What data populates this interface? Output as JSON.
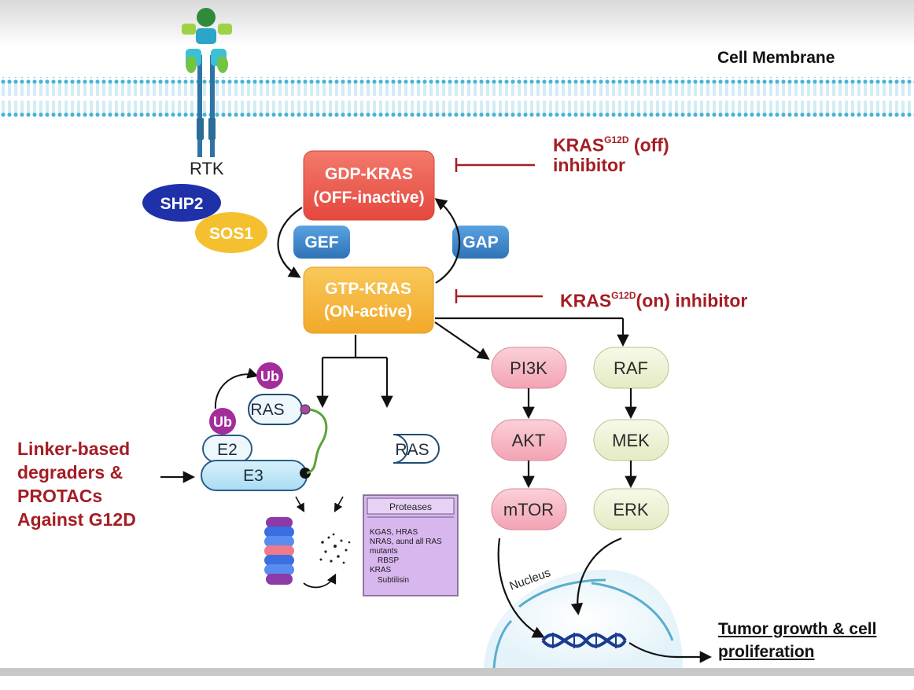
{
  "membrane": {
    "label": "Cell Membrane"
  },
  "receptor": {
    "label": "RTK"
  },
  "adaptors": {
    "shp2": "SHP2",
    "sos1": "SOS1"
  },
  "cycle": {
    "gdp_line1": "GDP-KRAS",
    "gdp_line2": "(OFF-inactive)",
    "gtp_line1": "GTP-KRAS",
    "gtp_line2": "(ON-active)",
    "gef": "GEF",
    "gap": "GAP"
  },
  "inhibitors": {
    "off": {
      "prefix": "KRAS",
      "superscript": "G12D",
      "suffix": " (off)",
      "line2": "inhibitor"
    },
    "on": {
      "prefix": "KRAS",
      "superscript": "G12D",
      "suffix": "(on) inhibitor"
    }
  },
  "pathways": {
    "pi3k": [
      "PI3K",
      "AKT",
      "mTOR"
    ],
    "mapk": [
      "RAF",
      "MEK",
      "ERK"
    ]
  },
  "degradation": {
    "ub1": "Ub",
    "ub2": "Ub",
    "ras_target": "RAS",
    "e2": "E2",
    "e3": "E3",
    "ras_free": "RAS",
    "degrader_lines": [
      "Linker-based",
      "degraders &",
      "PROTACs",
      "Against G12D"
    ]
  },
  "proteases": {
    "title": "Proteases",
    "lines": [
      "KGAS, HRAS",
      "NRAS, aund all RAS",
      "mutants",
      "RBSP",
      "KRAS",
      "Subtilisin"
    ]
  },
  "nucleus": {
    "label": "Nucleus"
  },
  "outcome": {
    "line1": "Tumor growth & cell",
    "line2": "proliferation"
  },
  "colors": {
    "inhibitor_red": "#a51d24",
    "gdp_box": "#ee5a4e",
    "gtp_box": "#f5b73a",
    "gef_gap": "#3f87c9",
    "pi3k_pathway": "#f7b9c4",
    "mapk_pathway": "#eef2d6",
    "membrane": "#4cb7d6"
  }
}
